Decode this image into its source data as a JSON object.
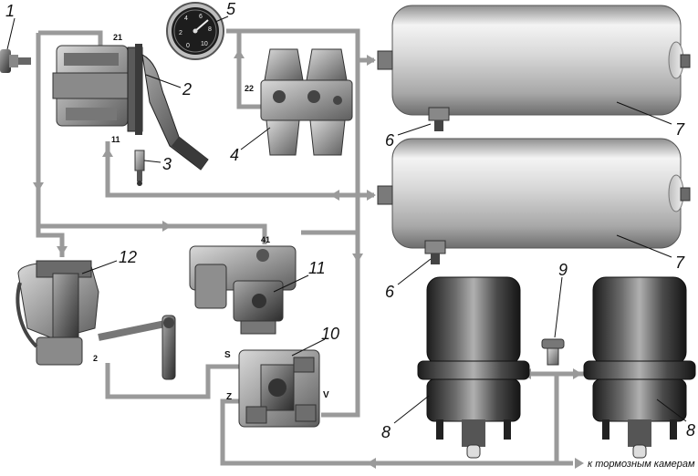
{
  "callouts": {
    "c1": "1",
    "c2": "2",
    "c3": "3",
    "c4": "4",
    "c5": "5",
    "c6a": "6",
    "c6b": "6",
    "c7a": "7",
    "c7b": "7",
    "c8a": "8",
    "c8b": "8",
    "c9": "9",
    "c10": "10",
    "c11": "11",
    "c12": "12"
  },
  "ports": {
    "p21": "21",
    "p11": "11",
    "p22": "22",
    "p41": "41",
    "p2": "2",
    "pS": "S",
    "pZ": "Z",
    "pV": "V"
  },
  "gauge": {
    "t0": "0",
    "t2": "2",
    "t4": "4",
    "t6": "6",
    "t8": "8",
    "t10": "10"
  },
  "note": "к тормозным камерам"
}
